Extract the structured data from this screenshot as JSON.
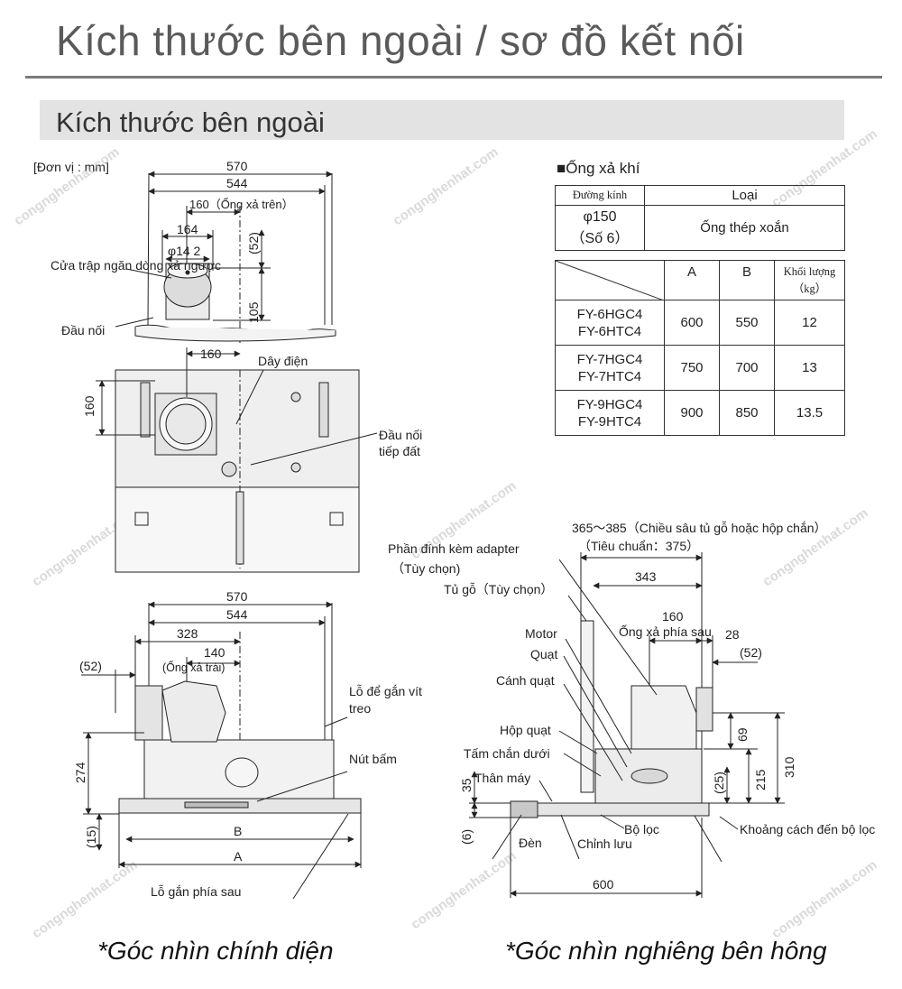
{
  "page_title": "Kích thước bên ngoài / sơ đồ kết nối",
  "section_title": "Kích thước bên ngoài",
  "unit_label": "[Đơn vị : mm]",
  "watermark": "congnghenhat.com",
  "top_view": {
    "dim_570": "570",
    "dim_544": "544",
    "dim_160": "160（Ống xả trên）",
    "dim_164": "164",
    "dim_phi142": "φ14 2",
    "dim_52": "(52)",
    "dim_105": "105",
    "label_backflow": "Cửa trập ngăn dòng xả ngược",
    "label_connector": "Đầu nối"
  },
  "plan_view": {
    "dim_160_h": "160",
    "dim_160_v": "160",
    "label_wire": "Dây điện",
    "label_ground": "Đầu nối tiếp đất"
  },
  "front_view": {
    "dim_570": "570",
    "dim_544": "544",
    "dim_328": "328",
    "dim_140": "140",
    "dim_140_note": "(Ống xả trái)",
    "dim_52": "(52)",
    "dim_274": "274",
    "dim_15": "(15)",
    "dim_B": "B",
    "dim_A": "A",
    "label_screw": "Lỗ để gắn vít treo",
    "label_button": "Nút bấm",
    "label_rear_hole": "Lỗ gắn phía sau",
    "caption": "*Góc nhìn chính diện"
  },
  "side_view": {
    "dim_depth": "365～385（Chiều sâu tủ gỗ hoặc hộp chắn）",
    "dim_depth_std": "（Tiêu chuẩn：375）",
    "dim_343": "343",
    "dim_160": "160",
    "dim_160_note": "Ống xả phía sau",
    "dim_28": "28",
    "dim_52": "(52)",
    "dim_69": "69",
    "dim_310": "310",
    "dim_215": "215",
    "dim_25": "(25)",
    "dim_35": "35",
    "dim_6": "(6)",
    "dim_600": "600",
    "label_adapter": "Phần đính kèm adapter",
    "label_adapter_opt": "（Tùy chọn)",
    "label_cabinet": "Tủ gỗ（Tùy chọn）",
    "label_motor": "Motor",
    "label_fan": "Quạt",
    "label_blade": "Cánh quạt",
    "label_fanbox": "Hộp quạt",
    "label_shield": "Tấm chắn dưới",
    "label_body": "Thân máy",
    "label_lamp": "Đèn",
    "label_adjust": "Chỉnh lưu",
    "label_filter": "Bộ lọc",
    "label_filter_gap": "Khoảng cách đến bộ lọc",
    "caption": "*Góc nhìn nghiêng bên hông"
  },
  "duct_table": {
    "title": "■Ống xả khí",
    "col_diameter": "Đường kính",
    "col_type": "Loại",
    "diameter_value": "φ150",
    "diameter_note": "（Số 6）",
    "type_value": "Ống thép xoắn"
  },
  "model_table": {
    "headers": [
      "A",
      "B",
      "Khối lượng",
      "（kg）"
    ],
    "rows": [
      {
        "model1": "FY-6HGC4",
        "model2": "FY-6HTC4",
        "A": "600",
        "B": "550",
        "weight": "12"
      },
      {
        "model1": "FY-7HGC4",
        "model2": "FY-7HTC4",
        "A": "750",
        "B": "700",
        "weight": "13"
      },
      {
        "model1": "FY-9HGC4",
        "model2": "FY-9HTC4",
        "A": "900",
        "B": "850",
        "weight": "13.5"
      }
    ]
  }
}
